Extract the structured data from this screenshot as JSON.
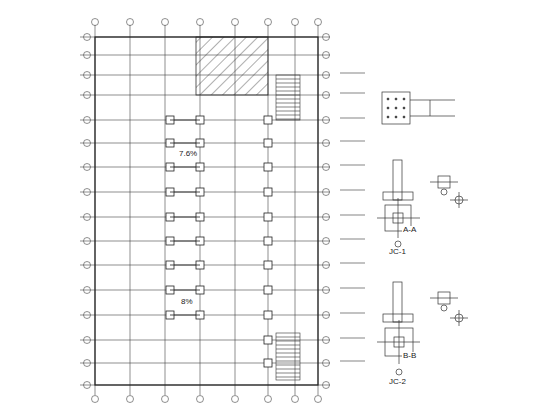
{
  "diagram": {
    "labels": [
      "7.6%",
      "8%",
      "A-A",
      "JC-1",
      "B-B",
      "JC-2"
    ]
  }
}
